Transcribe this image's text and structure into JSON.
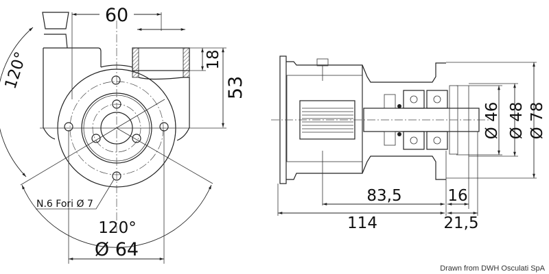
{
  "front_view": {
    "dim_width": "60",
    "dim_port": "18",
    "dim_height": "53",
    "angle_left": "120°",
    "angle_bottom": "120°",
    "dim_hole_circle": "Ø 64",
    "holes_note": "N.6 Fori Ø 7"
  },
  "side_view": {
    "dim_835": "83,5",
    "dim_16": "16",
    "dim_114": "114",
    "dim_215": "21,5",
    "dia_46": "Ø 46",
    "dia_48": "Ø 48",
    "dia_78": "Ø 78"
  },
  "credit": "Drawn from DWH Osculati SpA"
}
